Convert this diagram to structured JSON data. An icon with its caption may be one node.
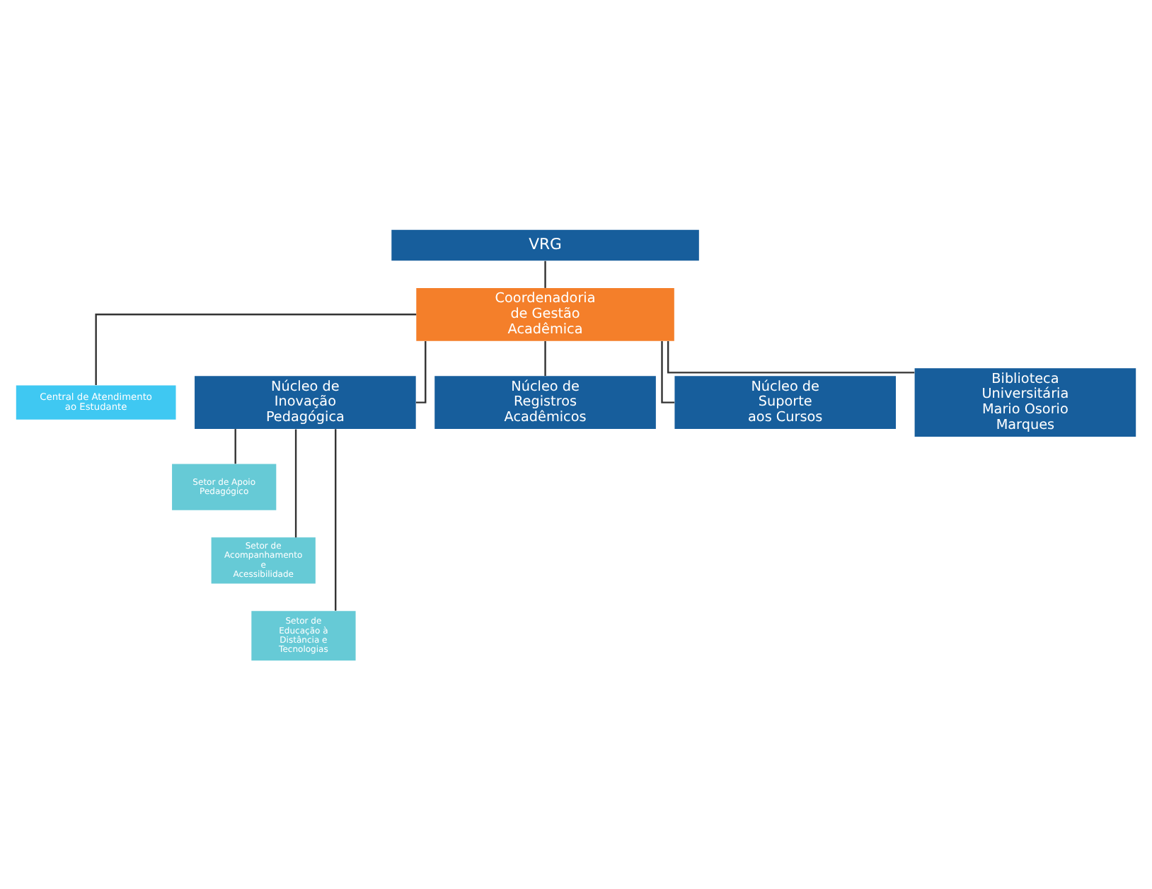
{
  "diagram": {
    "nodes": [
      {
        "text": [
          "VRG"
        ]
      },
      {
        "text": [
          "Coordenadoria de Gestão Acadêmica"
        ]
      },
      {
        "text": [
          "Central de Atendimento ao Estudante"
        ]
      },
      {
        "text": [
          "Núcleo de Inovação Pedagógica"
        ]
      },
      {
        "text": [
          "Núcleo de Registros Acadêmicos"
        ]
      },
      {
        "text": [
          "Núcleo de Suporte aos Cursos"
        ]
      },
      {
        "text": [
          "Biblioteca Universitária Mario Osorio Marques"
        ]
      },
      {
        "text": [
          "Setor de Apoio Pedagógico"
        ]
      },
      {
        "text": [
          "Setor de Acompanhamento e Acessibilidade"
        ]
      },
      {
        "text": [
          "Setor de Educação à Distância e Tecnologias"
        ]
      }
    ],
    "edges": [
      {
        "from": 0,
        "to": 1,
        "arrow": "none"
      },
      {
        "from": 1,
        "to": 2,
        "arrow": "none"
      },
      {
        "from": 1,
        "to": 3,
        "arrow": "none"
      },
      {
        "from": 1,
        "to": 4,
        "arrow": "none"
      },
      {
        "from": 1,
        "to": 5,
        "arrow": "none"
      },
      {
        "from": 1,
        "to": 6,
        "arrow": "none"
      },
      {
        "from": 3,
        "to": 7,
        "arrow": "none"
      },
      {
        "from": 3,
        "to": 8,
        "arrow": "none"
      },
      {
        "from": 3,
        "to": 9,
        "arrow": "none"
      }
    ]
  }
}
